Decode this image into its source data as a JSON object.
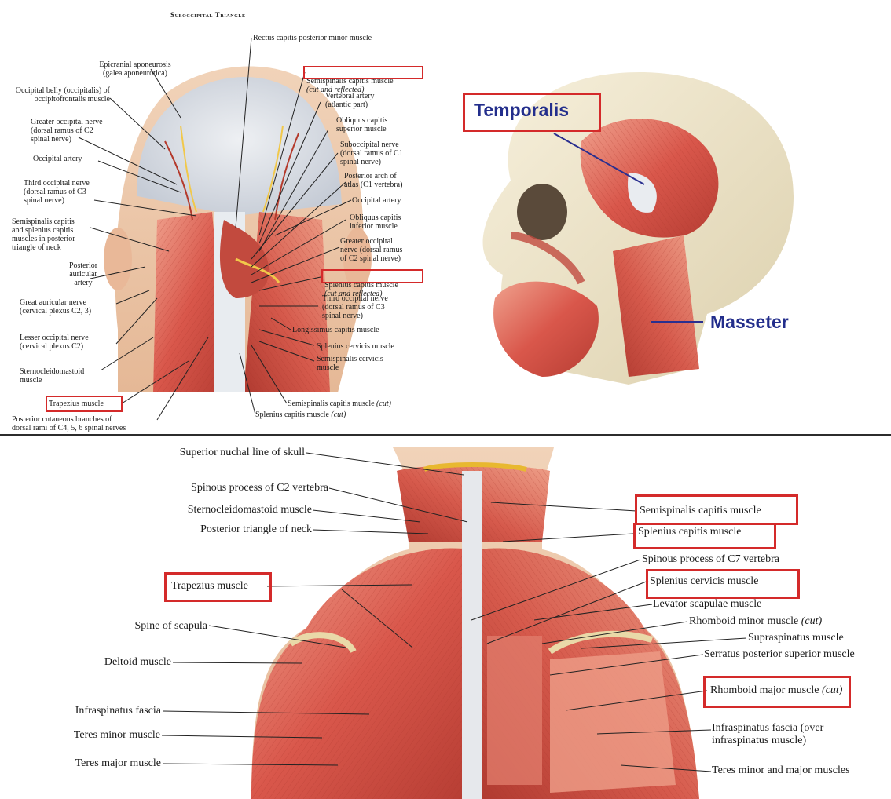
{
  "panel_suboccipital": {
    "title": "Suboccipital Triangle",
    "labels": [
      {
        "text": "Rectus capitis posterior minor muscle"
      },
      {
        "text": "Epicranial aponeurosis\n(galea aponeurotica)"
      },
      {
        "text": "Semispinalis capitis muscle",
        "sub": "(cut and reflected)",
        "highlighted": true
      },
      {
        "text": "Occipital belly (occipitalis) of\noccipitofrontalis muscle"
      },
      {
        "text": "Vertebral artery\n(atlantic part)"
      },
      {
        "text": "Greater occipital nerve\n(dorsal ramus of C2\nspinal nerve)"
      },
      {
        "text": "Obliquus capitis\nsuperior muscle"
      },
      {
        "text": "Occipital artery"
      },
      {
        "text": "Suboccipital nerve\n(dorsal ramus of C1\nspinal nerve)"
      },
      {
        "text": "Third occipital nerve\n(dorsal ramus of C3\nspinal nerve)"
      },
      {
        "text": "Posterior arch of\natlas (C1 vertebra)"
      },
      {
        "text": "Occipital artery"
      },
      {
        "text": "Semispinalis capitis\nand splenius capitis\nmuscles in posterior\ntriangle of neck"
      },
      {
        "text": "Obliquus capitis\ninferior muscle"
      },
      {
        "text": "Greater occipital\nnerve (dorsal ramus\nof C2 spinal nerve)"
      },
      {
        "text": "Posterior\nauricular\nartery"
      },
      {
        "text": "Splenius capitis muscle",
        "sub": "(cut and reflected)",
        "highlighted": true
      },
      {
        "text": "Great auricular nerve\n(cervical plexus C2, 3)"
      },
      {
        "text": "Third occipital nerve\n(dorsal ramus of C3\nspinal nerve)"
      },
      {
        "text": "Longissimus capitis muscle"
      },
      {
        "text": "Lesser occipital nerve\n(cervical plexus C2)"
      },
      {
        "text": "Splenius cervicis muscle"
      },
      {
        "text": "Semispinalis cervicis\nmuscle"
      },
      {
        "text": "Sternocleidomastoid\nmuscle"
      },
      {
        "text": "Trapezius muscle",
        "highlighted": true
      },
      {
        "text": "Semispinalis capitis muscle",
        "cut": "(cut)"
      },
      {
        "text": "Splenius capitis muscle",
        "cut": "(cut)"
      },
      {
        "text": "Posterior cutaneous branches of\ndorsal rami of C4, 5, 6 spinal nerves"
      }
    ]
  },
  "panel_skull": {
    "labels": [
      {
        "text": "Temporalis",
        "highlighted": true
      },
      {
        "text": "Masseter",
        "highlighted": false
      }
    ]
  },
  "panel_back": {
    "labels": [
      {
        "text": "Superior nuchal line of skull"
      },
      {
        "text": "Spinous process of C2 vertebra"
      },
      {
        "text": "Sternocleidomastoid muscle"
      },
      {
        "text": "Posterior triangle of neck"
      },
      {
        "text": "Trapezius muscle",
        "highlighted": true
      },
      {
        "text": "Spine of scapula"
      },
      {
        "text": "Deltoid muscle"
      },
      {
        "text": "Infraspinatus fascia"
      },
      {
        "text": "Teres minor muscle"
      },
      {
        "text": "Teres major muscle"
      },
      {
        "text": "Semispinalis capitis muscle",
        "highlighted": true
      },
      {
        "text": "Splenius capitis muscle",
        "highlighted": true
      },
      {
        "text": "Spinous process of C7 vertebra"
      },
      {
        "text": "Splenius cervicis muscle",
        "highlighted": true
      },
      {
        "text": "Levator scapulae muscle"
      },
      {
        "text": "Rhomboid minor muscle",
        "cut": "(cut)"
      },
      {
        "text": "Supraspinatus muscle"
      },
      {
        "text": "Serratus posterior superior muscle"
      },
      {
        "text": "Rhomboid major muscle",
        "cut": "(cut)",
        "highlighted": true
      },
      {
        "text": "Infraspinatus fascia (over\ninfraspinatus muscle)"
      },
      {
        "text": "Teres minor and major muscles"
      }
    ]
  },
  "colors": {
    "muscle": "#d9574b",
    "muscle_light": "#ec9a85",
    "tendon": "#e6e8ec",
    "bone": "#efe6cf",
    "nerve": "#f1c84a",
    "artery": "#b43a2c",
    "highlight_box": "#d42a2a",
    "skull_label": "#232e8c"
  }
}
